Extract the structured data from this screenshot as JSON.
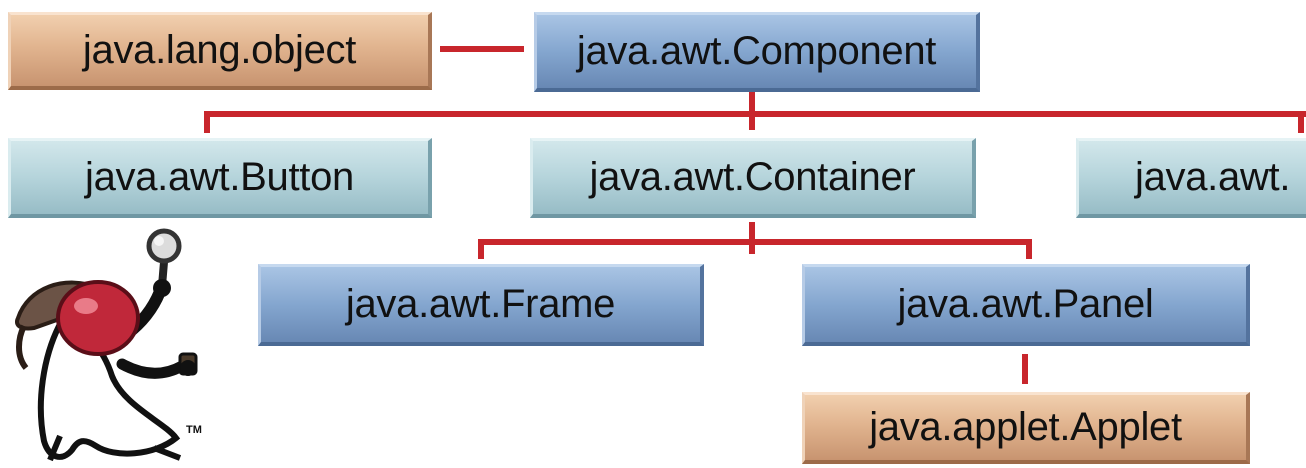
{
  "diagram": {
    "nodes": {
      "object": "java.lang.object",
      "component": "java.awt.Component",
      "button": "java.awt.Button",
      "container": "java.awt.Container",
      "partial": "java.awt.",
      "frame": "java.awt.Frame",
      "panel": "java.awt.Panel",
      "applet": "java.applet.Applet"
    },
    "edges": [
      [
        "java.lang.object",
        "java.awt.Component"
      ],
      [
        "java.awt.Component",
        "java.awt.Button"
      ],
      [
        "java.awt.Component",
        "java.awt.Container"
      ],
      [
        "java.awt.Component",
        "java.awt."
      ],
      [
        "java.awt.Container",
        "java.awt.Frame"
      ],
      [
        "java.awt.Container",
        "java.awt.Panel"
      ],
      [
        "java.awt.Panel",
        "java.applet.Applet"
      ]
    ],
    "colors": {
      "connector": "#c8262c",
      "tan": "#e1b48f",
      "blue": "#84a6cf",
      "teal": "#b5d4db"
    }
  },
  "mascot": {
    "icon": "duke-detective-icon",
    "trademark": "TM"
  }
}
